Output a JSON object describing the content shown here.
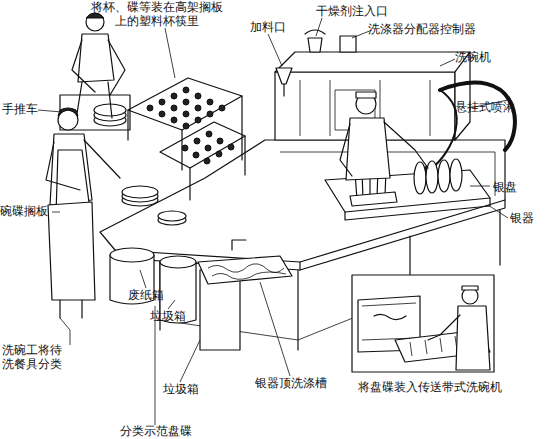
{
  "diagram": {
    "labels": [
      "将杯、碟等装在高架搁板 上的塑料杯筷里",
      "加料口",
      "干燥剂注入口",
      "洗涤器分配器控制器",
      "洗碗机",
      "悬挂式喷淋",
      "手推车",
      "银盘",
      "银器",
      "碗碟搁板",
      "废纸箱",
      "垃圾箱",
      "洗碗工将待 洗餐具分类",
      "垃圾箱",
      "银器顶洗涤槽",
      "将盘碟装入传送带式洗碗机",
      "分类示范盘碟"
    ]
  }
}
